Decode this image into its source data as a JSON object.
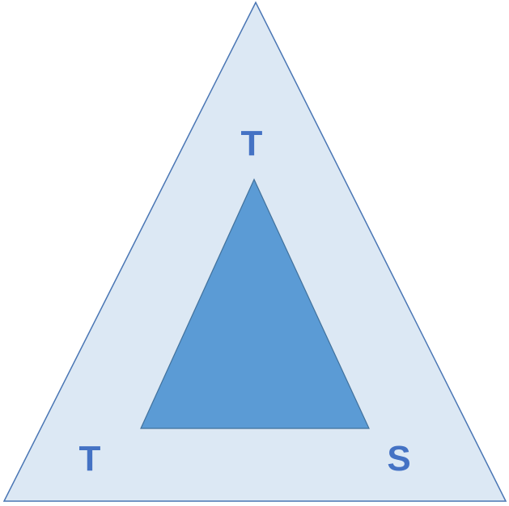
{
  "diagram": {
    "labels": {
      "top": "T",
      "bottom_left": "T",
      "bottom_right": "S"
    },
    "colors": {
      "outer_fill": "#dce8f4",
      "outer_stroke": "#4a76b4",
      "inner_fill": "#5b9bd5",
      "inner_stroke": "#41719c",
      "label_color": "#4472c4"
    }
  }
}
